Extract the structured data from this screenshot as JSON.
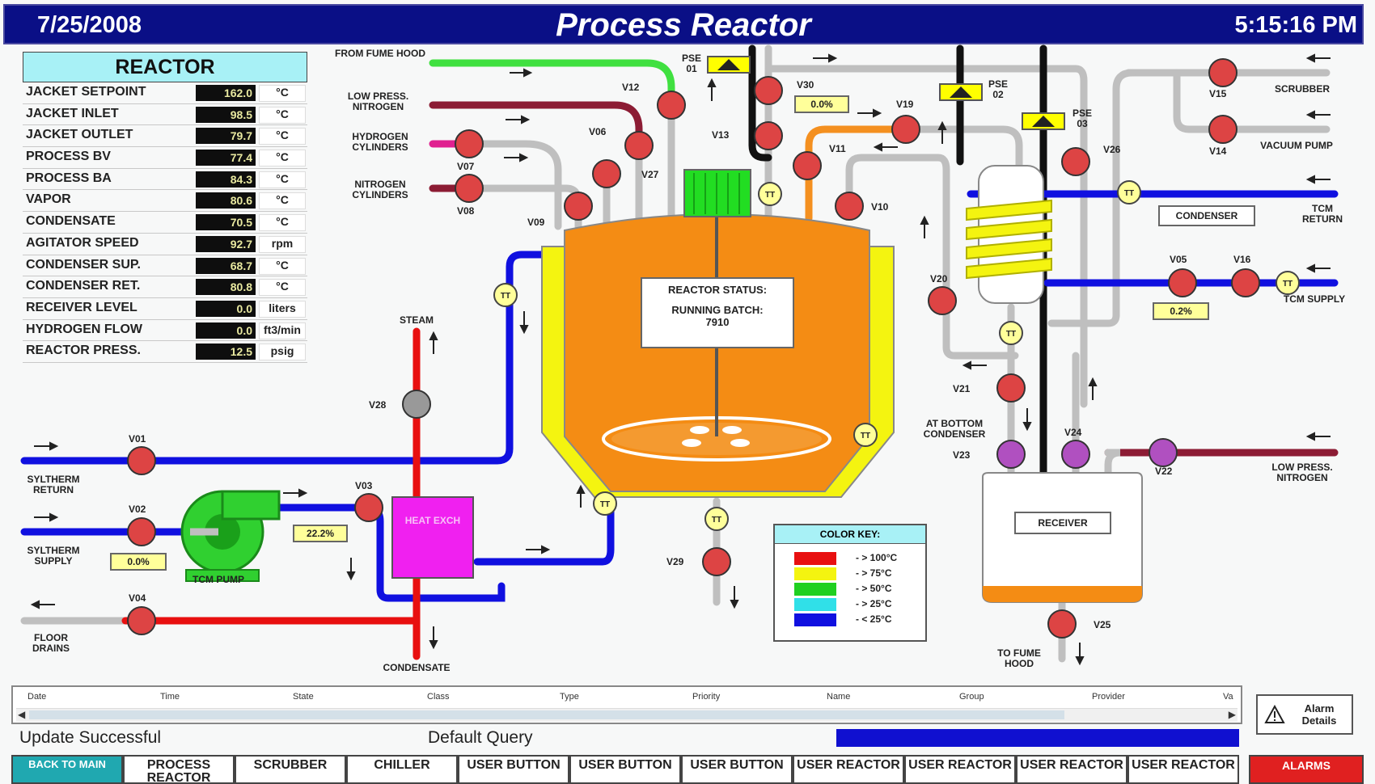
{
  "header": {
    "date": "7/25/2008",
    "title": "Process Reactor",
    "time": "5:15:16 PM"
  },
  "reactor_table": {
    "title": "REACTOR",
    "rows": [
      {
        "label": "JACKET SETPOINT",
        "value": "162.0",
        "unit": "°C"
      },
      {
        "label": "JACKET INLET",
        "value": "98.5",
        "unit": "°C"
      },
      {
        "label": "JACKET OUTLET",
        "value": "79.7",
        "unit": "°C"
      },
      {
        "label": "PROCESS BV",
        "value": "77.4",
        "unit": "°C"
      },
      {
        "label": "PROCESS BA",
        "value": "84.3",
        "unit": "°C"
      },
      {
        "label": "VAPOR",
        "value": "80.6",
        "unit": "°C"
      },
      {
        "label": "CONDENSATE",
        "value": "70.5",
        "unit": "°C"
      },
      {
        "label": "AGITATOR SPEED",
        "value": "92.7",
        "unit": "rpm"
      },
      {
        "label": "CONDENSER SUP.",
        "value": "68.7",
        "unit": "°C"
      },
      {
        "label": "CONDENSER RET.",
        "value": "80.8",
        "unit": "°C"
      },
      {
        "label": "RECEIVER LEVEL",
        "value": "0.0",
        "unit": "liters"
      },
      {
        "label": "HYDROGEN FLOW",
        "value": "0.0",
        "unit": "ft3/min"
      },
      {
        "label": "REACTOR PRESS.",
        "value": "12.5",
        "unit": "psig"
      }
    ]
  },
  "reactor_status": {
    "title": "REACTOR STATUS:",
    "state": "RUNNING BATCH:",
    "batch": "7910"
  },
  "labels": {
    "from_fume_hood": "FROM FUME HOOD",
    "low_press_nitrogen": "LOW PRESS. NITROGEN",
    "hydrogen_cylinders": "HYDROGEN CYLINDERS",
    "nitrogen_cylinders": "NITROGEN CYLINDERS",
    "steam": "STEAM",
    "syltherm_return": "SYLTHERM RETURN",
    "syltherm_supply": "SYLTHERM SUPPLY",
    "tcm_pump": "TCM PUMP",
    "floor_drains": "FLOOR DRAINS",
    "condensate": "CONDENSATE",
    "heat_exch": "HEAT EXCH",
    "scrubber": "SCRUBBER",
    "vacuum_pump": "VACUUM PUMP",
    "condenser": "CONDENSER",
    "tcm_return": "TCM RETURN",
    "tcm_supply": "TCM SUPPLY",
    "at_bottom_condenser": "AT BOTTOM CONDENSER",
    "low_press_nitrogen_right": "LOW PRESS. NITROGEN",
    "receiver": "RECEIVER",
    "to_fume_hood": "TO FUME HOOD",
    "pse01": "PSE 01",
    "pse02": "PSE 02",
    "pse03": "PSE 03"
  },
  "valves": {
    "v01": "V01",
    "v02": "V02",
    "v03": "V03",
    "v04": "V04",
    "v05": "V05",
    "v06": "V06",
    "v07": "V07",
    "v08": "V08",
    "v09": "V09",
    "v10": "V10",
    "v11": "V11",
    "v12": "V12",
    "v13": "V13",
    "v14": "V14",
    "v15": "V15",
    "v16": "V16",
    "v19": "V19",
    "v20": "V20",
    "v21": "V21",
    "v22": "V22",
    "v23": "V23",
    "v24": "V24",
    "v25": "V25",
    "v26": "V26",
    "v27": "V27",
    "v28": "V28",
    "v29": "V29",
    "v30": "V30"
  },
  "percent_readouts": {
    "v30_pct": "0.0%",
    "pump_pct": "22.2%",
    "supply_pct": "0.0%",
    "tcm_pct": "0.2%"
  },
  "color_key": {
    "title": "COLOR KEY:",
    "items": [
      {
        "color": "#e81010",
        "text": "- > 100°C"
      },
      {
        "color": "#f4f410",
        "text": "- > 75°C"
      },
      {
        "color": "#20d020",
        "text": "- > 50°C"
      },
      {
        "color": "#30e0e8",
        "text": "- > 25°C"
      },
      {
        "color": "#1010e0",
        "text": "- < 25°C"
      }
    ]
  },
  "query_grid": {
    "columns": [
      "Date",
      "Time",
      "State",
      "Class",
      "Type",
      "Priority",
      "Name",
      "Group",
      "Provider",
      "Va"
    ]
  },
  "alarm_details_label": "Alarm Details",
  "status_bar": {
    "message": "Update Successful",
    "query": "Default Query"
  },
  "nav": [
    "BACK TO MAIN",
    "PROCESS REACTOR",
    "SCRUBBER",
    "CHILLER",
    "USER BUTTON",
    "USER BUTTON",
    "USER BUTTON",
    "USER REACTOR",
    "USER REACTOR",
    "USER REACTOR",
    "USER REACTOR",
    "ALARMS"
  ],
  "colors": {
    "title_bar": "#0a0f86",
    "liquid": "#f48c14",
    "jacket": "#f4f410",
    "cold_pipe": "#1010e0",
    "hot_pipe": "#e81010",
    "steam_pipe": "#e81010",
    "green_pipe": "#40e040",
    "magenta": "#e020e0",
    "alarm": "#e02020"
  },
  "icons": {
    "alarm_details": "warning-triangle-icon",
    "scroll_left": "arrow-left-icon",
    "scroll_right": "arrow-right-icon"
  }
}
